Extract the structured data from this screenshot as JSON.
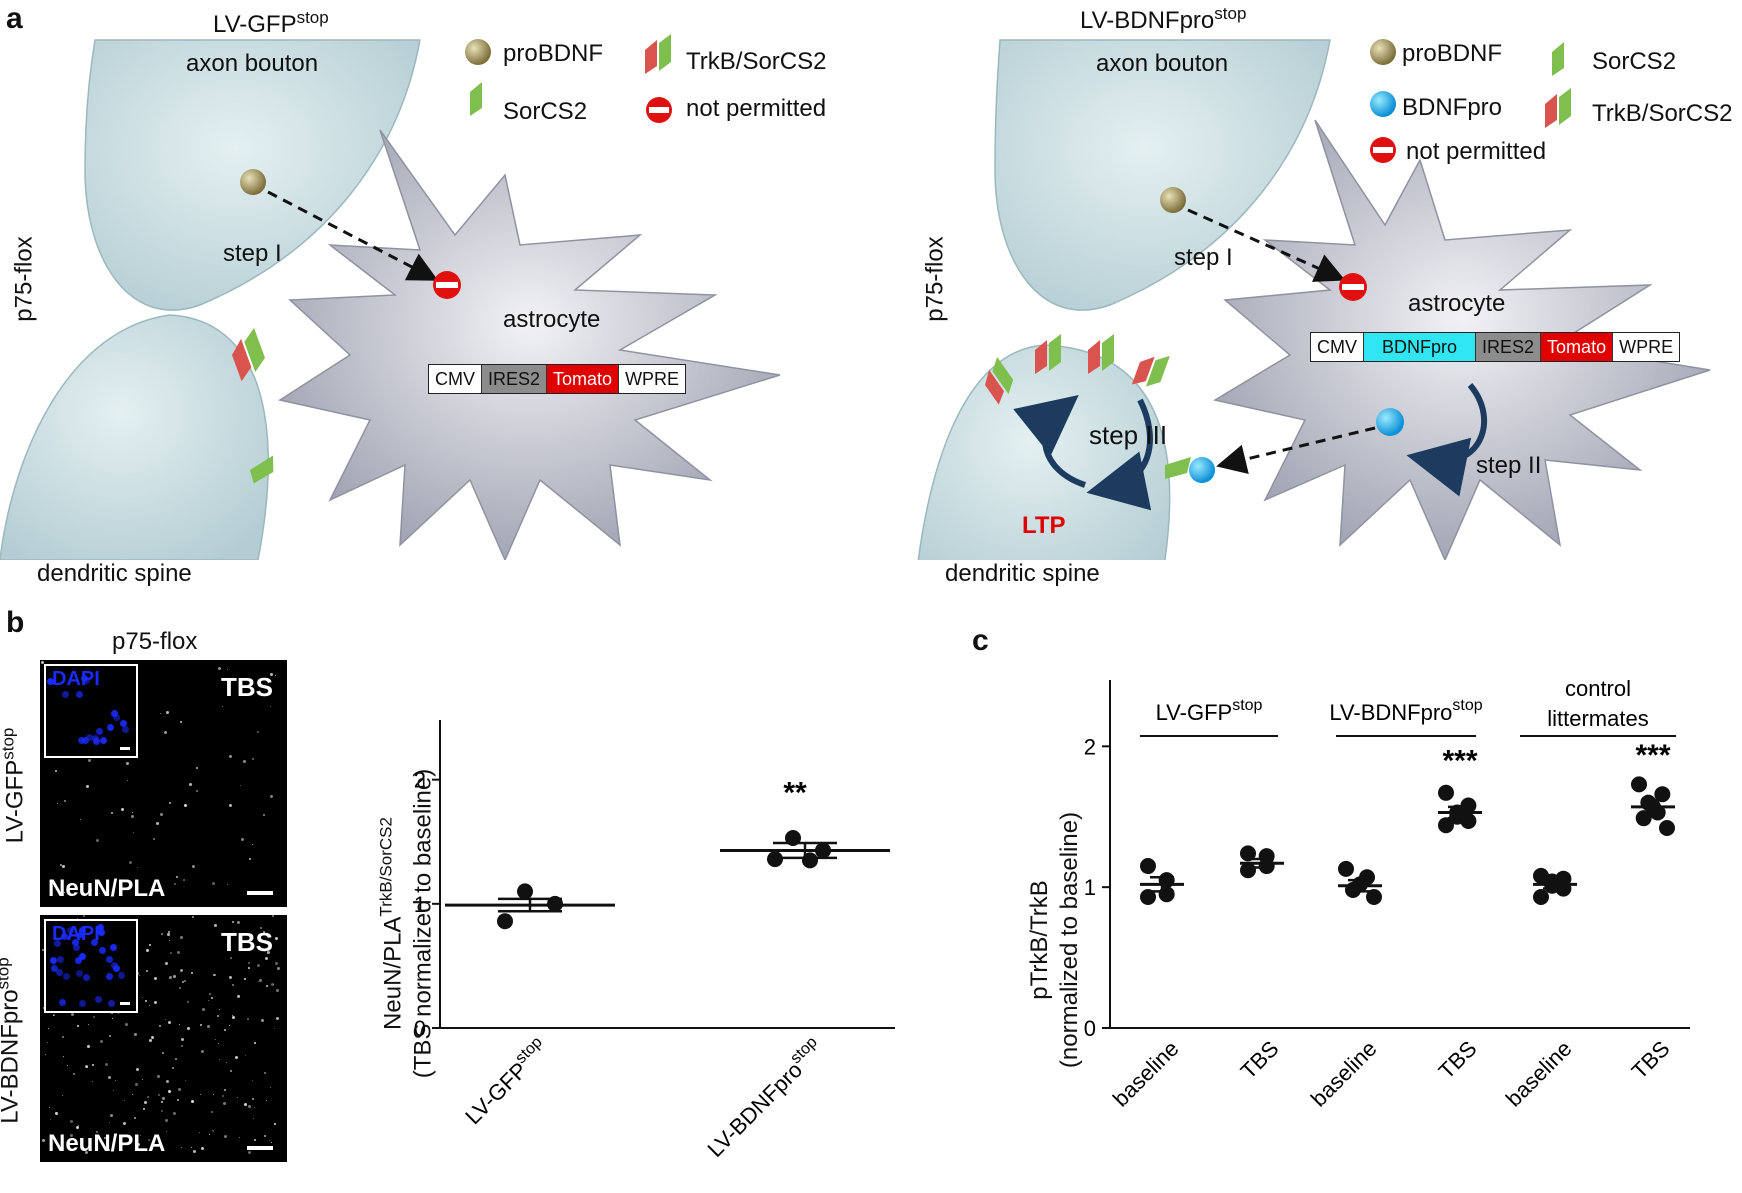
{
  "panel_a": {
    "letter": "a",
    "left": {
      "title_main": "LV-GFP",
      "title_sup": "stop",
      "axon_label": "axon bouton",
      "spine_label": "dendritic spine",
      "astro_label": "astrocyte",
      "step1": "step I",
      "side_label": "p75-flox",
      "legend": [
        "proBDNF",
        "SorCS2",
        "TrkB/SorCS2",
        "not permitted"
      ],
      "construct": [
        "CMV",
        "IRES2",
        "Tomato",
        "WPRE"
      ]
    },
    "right": {
      "title_main": "LV-BDNFpro",
      "title_sup": "stop",
      "axon_label": "axon bouton",
      "spine_label": "dendritic spine",
      "astro_label": "astrocyte",
      "step1": "step I",
      "step2": "step II",
      "step3": "step III",
      "ltp": "LTP",
      "side_label": "p75-flox",
      "legend": [
        "proBDNF",
        "BDNFpro",
        "not permitted",
        "SorCS2",
        "TrkB/SorCS2"
      ],
      "construct": [
        "CMV",
        "BDNFpro",
        "IRES2",
        "Tomato",
        "WPRE"
      ]
    }
  },
  "panel_b": {
    "letter": "b",
    "header": "p75-flox",
    "row1_label_main": "LV-GFP",
    "row1_label_sup": "stop",
    "row2_label_main": "LV-BDNFpro",
    "row2_label_sup": "stop",
    "tbs": "TBS",
    "neun": "NeuN/PLA",
    "dapi": "DAPI"
  },
  "colors": {
    "membrane": "#c9dfe4",
    "astrocyte": "#c5c7d1",
    "tomato": "#e00000",
    "bdnfpro": "#2fe6f2",
    "ires": "#8c8c8c",
    "trkb": "#d9534f",
    "sorcs2": "#7fbf4d",
    "probdnf": "#a89a5c",
    "bdnfpro_ball": "#1aa8e8",
    "arrow_blue": "#1d3b5e",
    "ltp": "#e00000"
  },
  "chart_data": [
    {
      "type": "scatter",
      "panel": "b",
      "ylabel_line1": "NeuN/PLA",
      "ylabel_sup": "TrkB/SorCS2",
      "ylabel_line2": "(TBS normalized to baseline)",
      "categories_main": [
        "LV-GFP",
        "LV-BDNFpro"
      ],
      "categories_sup": [
        "stop",
        "stop"
      ],
      "ylim": [
        0,
        2.4
      ],
      "yticks": [
        "0",
        "1",
        "2"
      ],
      "means": [
        0.99,
        1.43
      ],
      "sem": [
        0.05,
        0.06
      ],
      "points": [
        [
          1.1,
          1.0,
          0.86
        ],
        [
          1.53,
          1.43,
          1.36,
          1.35
        ]
      ],
      "significance": [
        "",
        "**"
      ]
    },
    {
      "type": "scatter",
      "panel": "c",
      "letter": "c",
      "ylabel_line1": "pTrkB/TrkB",
      "ylabel_line2": "(normalized to baseline)",
      "ylim": [
        0,
        2.4
      ],
      "yticks": [
        "0",
        "1",
        "2"
      ],
      "groups": [
        {
          "name_main": "LV-GFP",
          "name_sup": "stop"
        },
        {
          "name_main": "LV-BDNFpro",
          "name_sup": "stop"
        },
        {
          "name_line1": "control",
          "name_line2": "littermates"
        }
      ],
      "categories": [
        "baseline",
        "TBS",
        "baseline",
        "TBS",
        "baseline",
        "TBS"
      ],
      "means": [
        1.02,
        1.17,
        1.01,
        1.53,
        1.02,
        1.57
      ],
      "sem": [
        0.05,
        0.03,
        0.04,
        0.04,
        0.03,
        0.05
      ],
      "points": [
        [
          1.15,
          1.05,
          0.95,
          0.93
        ],
        [
          1.24,
          1.22,
          1.15,
          1.12
        ],
        [
          1.13,
          1.07,
          1.02,
          0.98,
          0.93
        ],
        [
          1.67,
          1.58,
          1.53,
          1.5,
          1.47,
          1.44
        ],
        [
          1.08,
          1.06,
          1.04,
          1.01,
          0.99,
          0.93
        ],
        [
          1.73,
          1.66,
          1.6,
          1.57,
          1.53,
          1.49,
          1.42
        ]
      ],
      "significance": [
        "",
        "",
        "",
        "***",
        "",
        "***"
      ]
    }
  ]
}
